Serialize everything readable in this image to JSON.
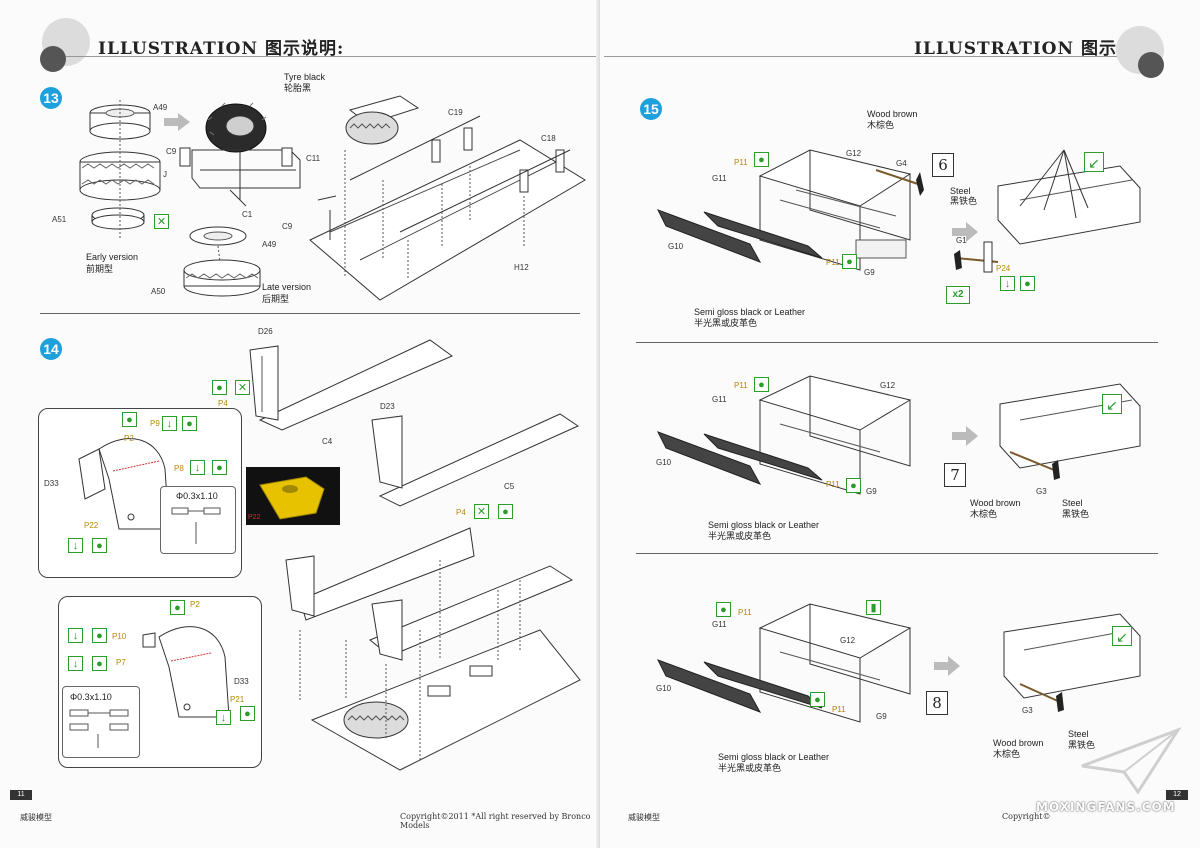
{
  "header": {
    "title_left": "ILLUSTRATION 图示说明:",
    "title_right": "ILLUSTRATION 图示说明:"
  },
  "steps": {
    "s13": "13",
    "s14": "14",
    "s15": "15"
  },
  "step13": {
    "tyre_en": "Tyre black",
    "tyre_cn": "轮胎黑",
    "early_en": "Early version",
    "early_cn": "前期型",
    "late_en": "Late version",
    "late_cn": "后期型",
    "parts": {
      "a49": "A49",
      "j": "J",
      "a51": "A51",
      "c9a": "C9",
      "c11": "C11",
      "c1": "C1",
      "c9b": "C9",
      "a49b": "A49",
      "a50": "A50",
      "c19": "C19",
      "c18": "C18",
      "h12": "H12"
    }
  },
  "step14": {
    "parts": {
      "d26": "D26",
      "p4a": "P4",
      "c4": "C4",
      "d23": "D23",
      "c5": "C5",
      "p4b": "P4",
      "p2a": "P2",
      "p9": "P9",
      "p8": "P8",
      "d33a": "D33",
      "p22": "P22",
      "p2b": "P2",
      "p10": "P10",
      "p7": "P7",
      "d33b": "D33",
      "p21": "P21"
    },
    "dim_a": "Φ0.3x1.10",
    "dim_b": "Φ0.3x1.10",
    "swatch_label": "P22"
  },
  "step15": {
    "wood_en": "Wood brown",
    "wood_cn": "木棕色",
    "steel_en": "Steel",
    "steel_cn": "黑铁色",
    "semi_en": "Semi gloss black or Leather",
    "semi_cn": "半光黑或皮革色",
    "box6": "6",
    "box7": "7",
    "box8": "8",
    "x2": "x2",
    "row1": {
      "p11a": "P11",
      "g12": "G12",
      "g4": "G4",
      "g11": "G11",
      "g10": "G10",
      "p11b": "P11",
      "g9": "G9",
      "g1": "G1",
      "p24": "P24"
    },
    "row2": {
      "p11a": "P11",
      "g12": "G12",
      "g11": "G11",
      "g10": "G10",
      "p11b": "P11",
      "g9": "G9",
      "g3": "G3"
    },
    "row3": {
      "p11a": "P11",
      "g11": "G11",
      "g12": "G12",
      "g10": "G10",
      "p11b": "P11",
      "g9": "G9",
      "g3": "G3"
    },
    "wood2_en": "Wood brown",
    "wood2_cn": "木棕色",
    "steel2_en": "Steel",
    "steel2_cn": "黑铁色",
    "semi2_en": "Semi gloss black or Leather",
    "semi2_cn": "半光黑或皮革色",
    "wood3_en": "Wood brown",
    "wood3_cn": "木棕色",
    "steel3_en": "Steel",
    "steel3_cn": "黑铁色",
    "semi3_en": "Semi gloss black or Leather",
    "semi3_cn": "半光黑或皮革色"
  },
  "footer": {
    "page_left": "11",
    "page_right": "12",
    "brand_left": "威骏模型",
    "brand_right": "威骏模型",
    "copyright": "Copyright©2011  *All right reserved by Bronco Models",
    "copyright_right": "Copyright©"
  },
  "watermark": "MOXINGFANS.COM",
  "icons": [
    "paint-drop-icon",
    "glue-arrow-icon",
    "cement-icon",
    "cut-icon",
    "multi-glue-icon"
  ]
}
